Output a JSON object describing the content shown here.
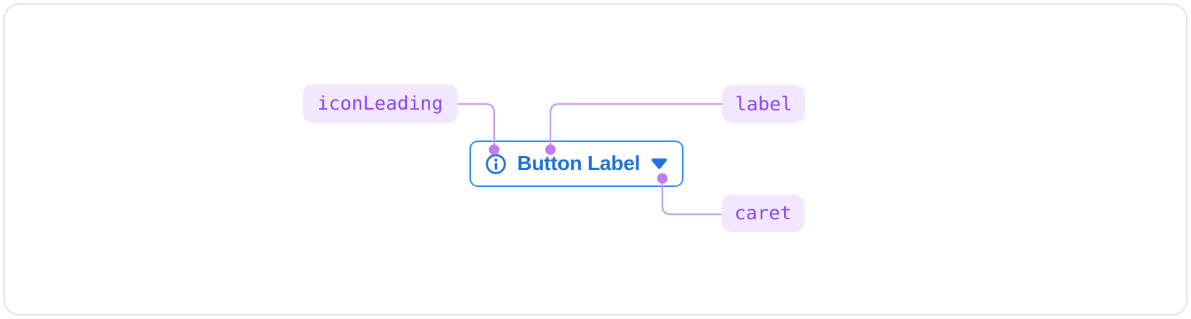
{
  "diagram": {
    "title": "button-anatomy",
    "annotations": [
      {
        "id": "iconLeading",
        "label": "iconLeading",
        "target": "leading info icon"
      },
      {
        "id": "label",
        "label": "label",
        "target": "button text"
      },
      {
        "id": "caret",
        "label": "caret",
        "target": "dropdown caret"
      }
    ],
    "button": {
      "label": "Button Label",
      "icon_leading": "info-icon",
      "icon_trailing": "caret-down-icon"
    },
    "colors": {
      "annotation_pill_bg": "#f2e7fe",
      "annotation_text": "#8b45ee",
      "connector_line": "#c7a0f2",
      "connector_dot": "#c07cee",
      "button_blue": "#1b70d8",
      "button_border_blue": "#2e86de",
      "frame_border": "#dce3ec",
      "background": "#ffffff"
    }
  }
}
